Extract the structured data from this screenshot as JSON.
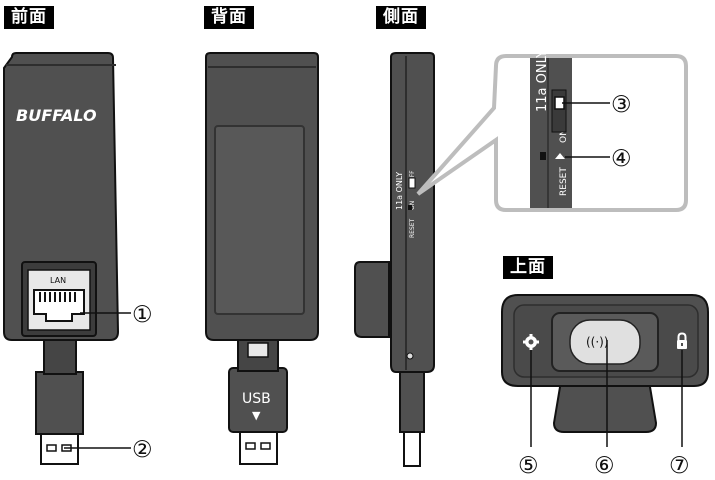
{
  "headers": {
    "front": "前面",
    "back": "背面",
    "side": "側面",
    "top": "上面"
  },
  "front": {
    "brand": "BUFFALO",
    "port_label": "LAN"
  },
  "back": {
    "usb_label": "USB",
    "usb_arrow": "▼"
  },
  "switch": {
    "mode_label": "11a ONLY",
    "off_label": "OFF",
    "on_label": "ON",
    "reset_label": "RESET"
  },
  "callouts": [
    "①",
    "②",
    "③",
    "④",
    "⑤",
    "⑥",
    "⑦"
  ],
  "top_view": {
    "wps_symbol": "((·))"
  },
  "colors": {
    "body": "#505050",
    "body_dark": "#3a3a3a",
    "outline": "#111111",
    "label_bg": "#000000"
  }
}
